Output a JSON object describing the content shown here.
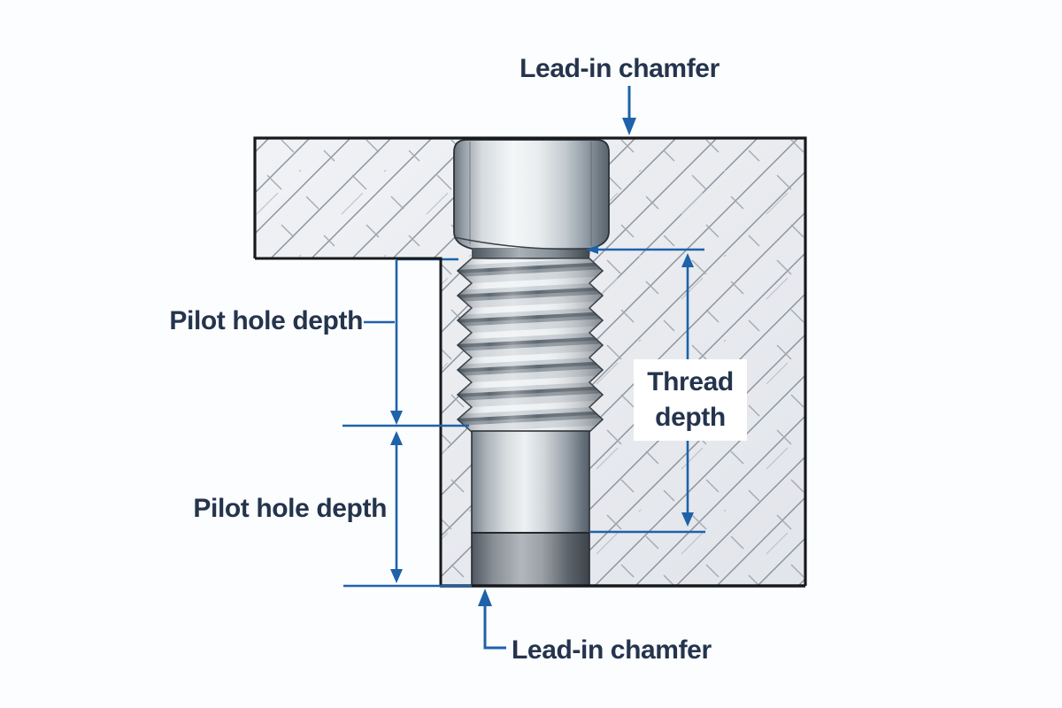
{
  "figure": {
    "type": "engineering-cross-section-diagram",
    "labels": {
      "lead_in_chamfer_top": "Lead-in chamfer",
      "lead_in_chamfer_bottom": "Lead-in chamfer",
      "pilot_hole_depth_upper": "Pilot hole depth",
      "pilot_hole_depth_lower": "Pilot hole depth",
      "thread_depth_line1": "Thread",
      "thread_depth_line2": "depth"
    },
    "colors": {
      "label_text": "#25344d",
      "dimension_blue": "#1e62a9",
      "block_outline": "#17191d",
      "hatch_line": "#8d949e",
      "block_fill": "#e9ebef",
      "background": "#fcfdfe"
    }
  }
}
